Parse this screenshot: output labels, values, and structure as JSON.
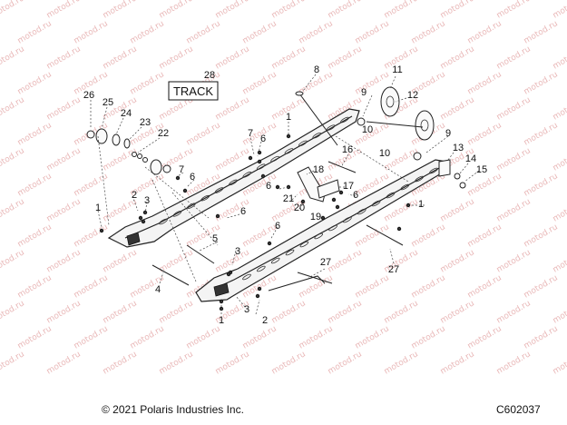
{
  "footer": {
    "copyright": "© 2021 Polaris Industries Inc.",
    "figure_code": "C602037"
  },
  "labels": {
    "track_box": "TRACK"
  },
  "watermark": "motod.ru",
  "callouts": [
    {
      "id": "c1a",
      "text": "1"
    },
    {
      "id": "c1b",
      "text": "1"
    },
    {
      "id": "c1c",
      "text": "1"
    },
    {
      "id": "c1d",
      "text": "1"
    },
    {
      "id": "c2a",
      "text": "2"
    },
    {
      "id": "c2b",
      "text": "2"
    },
    {
      "id": "c3a",
      "text": "3"
    },
    {
      "id": "c3b",
      "text": "3"
    },
    {
      "id": "c3c",
      "text": "3"
    },
    {
      "id": "c4",
      "text": "4"
    },
    {
      "id": "c5",
      "text": "5"
    },
    {
      "id": "c6a",
      "text": "6"
    },
    {
      "id": "c6b",
      "text": "6"
    },
    {
      "id": "c6c",
      "text": "6"
    },
    {
      "id": "c6d",
      "text": "6"
    },
    {
      "id": "c6e",
      "text": "6"
    },
    {
      "id": "c6f",
      "text": "6"
    },
    {
      "id": "c7a",
      "text": "7"
    },
    {
      "id": "c7b",
      "text": "7"
    },
    {
      "id": "c8",
      "text": "8"
    },
    {
      "id": "c9a",
      "text": "9"
    },
    {
      "id": "c9b",
      "text": "9"
    },
    {
      "id": "c10a",
      "text": "10"
    },
    {
      "id": "c10b",
      "text": "10"
    },
    {
      "id": "c11",
      "text": "11"
    },
    {
      "id": "c12",
      "text": "12"
    },
    {
      "id": "c13",
      "text": "13"
    },
    {
      "id": "c14",
      "text": "14"
    },
    {
      "id": "c15",
      "text": "15"
    },
    {
      "id": "c16",
      "text": "16"
    },
    {
      "id": "c17",
      "text": "17"
    },
    {
      "id": "c18",
      "text": "18"
    },
    {
      "id": "c19",
      "text": "19"
    },
    {
      "id": "c20",
      "text": "20"
    },
    {
      "id": "c21",
      "text": "21"
    },
    {
      "id": "c22",
      "text": "22"
    },
    {
      "id": "c23",
      "text": "23"
    },
    {
      "id": "c24",
      "text": "24"
    },
    {
      "id": "c25",
      "text": "25"
    },
    {
      "id": "c26",
      "text": "26"
    },
    {
      "id": "c27a",
      "text": "27"
    },
    {
      "id": "c27b",
      "text": "27"
    },
    {
      "id": "c28",
      "text": "28"
    }
  ]
}
